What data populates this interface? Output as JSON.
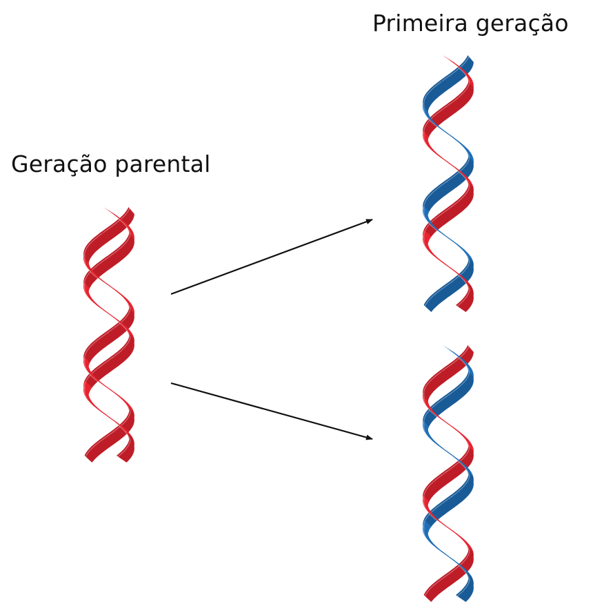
{
  "labels": {
    "parental_generation": "Geração parental",
    "first_generation": "Primeira geração"
  },
  "colors": {
    "original_strand": "#e8232f",
    "new_strand": "#1f6fb8",
    "arrow": "#111111",
    "background": "#ffffff"
  },
  "molecules": [
    {
      "name": "parental",
      "strands": [
        "original",
        "original"
      ]
    },
    {
      "name": "first-gen-top",
      "strands": [
        "original",
        "new"
      ]
    },
    {
      "name": "first-gen-bottom",
      "strands": [
        "new",
        "original"
      ]
    }
  ]
}
